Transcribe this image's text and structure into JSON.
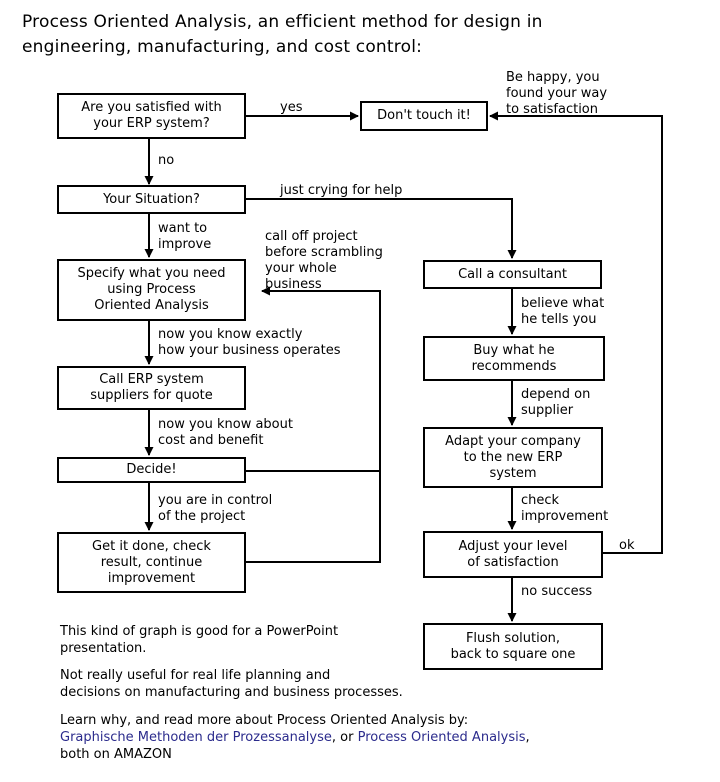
{
  "title": {
    "line1": "Process Oriented Analysis, an efficient method for design in",
    "line2": "engineering, manufacturing, and cost control:"
  },
  "boxes": {
    "satisfied": [
      "Are you satisfied with",
      "your ERP system?"
    ],
    "dont_touch": [
      "Don't touch it!"
    ],
    "situation": [
      "Your Situation?"
    ],
    "specify": [
      "Specify what you need",
      "using Process",
      "Oriented Analysis"
    ],
    "call_erp": [
      "Call ERP system",
      "suppliers for quote"
    ],
    "decide": [
      "Decide!"
    ],
    "get_done": [
      "Get it done, check",
      "result, continue",
      "improvement"
    ],
    "consultant": [
      "Call a consultant"
    ],
    "buy": [
      "Buy what he",
      "recommends"
    ],
    "adapt": [
      "Adapt your company",
      "to the new ERP",
      "system"
    ],
    "adjust": [
      "Adjust your level",
      "of satisfaction"
    ],
    "flush": [
      "Flush solution,",
      "back to square one"
    ]
  },
  "labels": {
    "yes": "yes",
    "be_happy": [
      "Be happy, you",
      "found your way",
      "to satisfaction"
    ],
    "no": "no",
    "crying": "just crying for help",
    "want_improve": [
      "want to",
      "improve"
    ],
    "call_off": [
      "call off project",
      "before scrambling",
      "your whole",
      "business"
    ],
    "know_exactly": [
      "now you know exactly",
      "how your business operates"
    ],
    "know_cost": [
      "now you know about",
      "cost and benefit"
    ],
    "in_control": [
      "you are in control",
      "of the project"
    ],
    "believe": [
      "believe what",
      "he tells you"
    ],
    "depend": [
      "depend on",
      "supplier"
    ],
    "check_improve": [
      "check",
      "improvement"
    ],
    "ok": "ok",
    "no_success": "no success"
  },
  "footer": {
    "p1": [
      "This kind of graph is good for a PowerPoint",
      "presentation."
    ],
    "p2": [
      "Not really useful for real life planning and",
      "decisions on manufacturing and business processes."
    ],
    "p3_line1": "Learn why, and read more about Process Oriented Analysis by:",
    "link1": "Graphische Methoden der Prozessanalyse",
    "sep": ",  or ",
    "link2": "Process Oriented Analysis",
    "comma": ",",
    "p3_line3": "both on AMAZON"
  },
  "colors": {
    "link": "#2b2b8c",
    "line": "#000000"
  }
}
